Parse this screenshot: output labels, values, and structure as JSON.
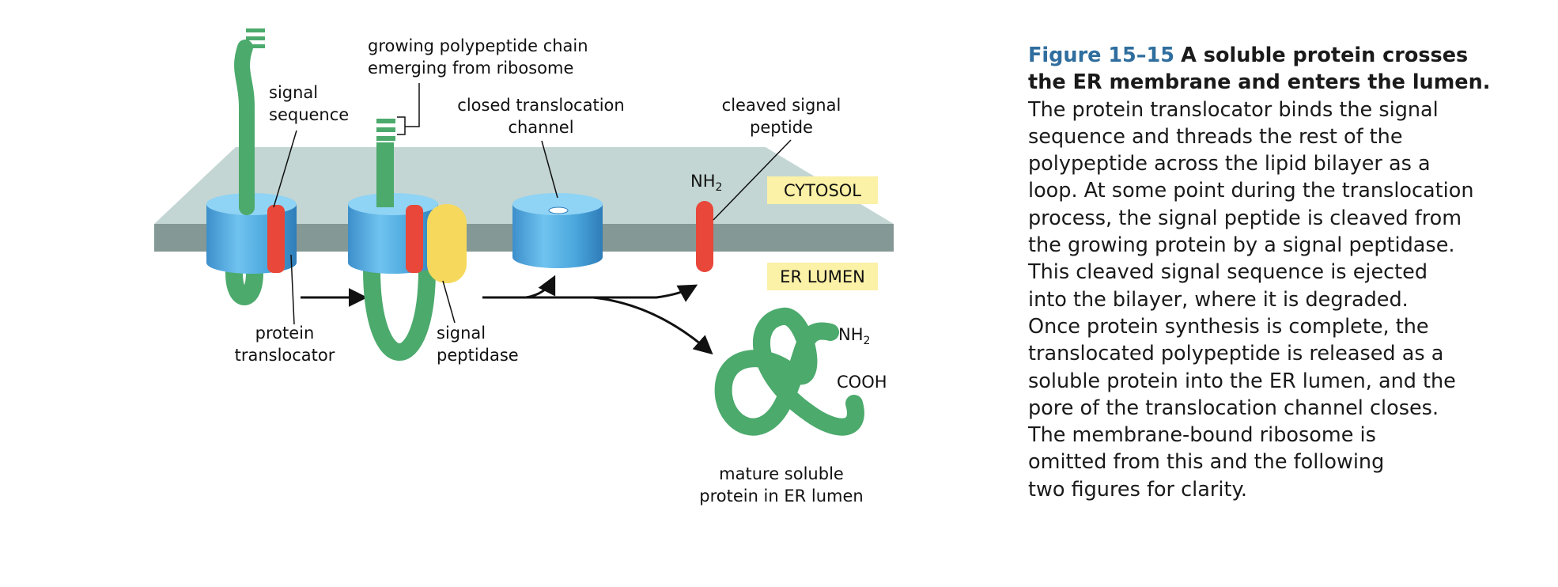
{
  "diagram": {
    "labels": {
      "signal_sequence": [
        "signal",
        "sequence"
      ],
      "growing_chain": [
        "growing polypeptide chain",
        "emerging from ribosome"
      ],
      "closed_channel": [
        "closed translocation",
        "channel"
      ],
      "cleaved_peptide": [
        "cleaved signal",
        "peptide"
      ],
      "protein_translocator": [
        "protein",
        "translocator"
      ],
      "signal_peptidase": [
        "signal",
        "peptidase"
      ],
      "mature_protein": [
        "mature soluble",
        "protein in ER lumen"
      ],
      "nh2": "NH",
      "nh2_sub": "2",
      "cooh": "COOH"
    },
    "regions": {
      "cytosol": "CYTOSOL",
      "er_lumen": "ER LUMEN"
    },
    "colors": {
      "membrane_top": "#c3d6d3",
      "membrane_side": "#849895",
      "translocator": "#5bb8e8",
      "polypeptide": "#4caa6c",
      "signal": "#e8473a",
      "peptidase": "#f6d95c",
      "region_tag": "#fbf1a7"
    }
  },
  "caption": {
    "figure_number": "Figure 15–15",
    "title_lines": [
      "A soluble protein crosses",
      "the ER membrane and enters the lumen."
    ],
    "body_lines": [
      "The protein translocator binds the signal",
      "sequence and threads the rest of the",
      "polypeptide across the lipid bilayer as a",
      "loop. At some point during the translocation",
      "process, the signal peptide is cleaved from",
      "the growing protein by a signal peptidase.",
      "This cleaved signal sequence is ejected",
      "into the bilayer, where it is degraded.",
      "Once protein synthesis is complete, the",
      "translocated polypeptide is released as a",
      "soluble protein into the ER lumen, and the",
      "pore of the translocation channel closes.",
      "The membrane-bound ribosome is",
      "omitted from this and the following",
      "two figures for clarity."
    ]
  }
}
